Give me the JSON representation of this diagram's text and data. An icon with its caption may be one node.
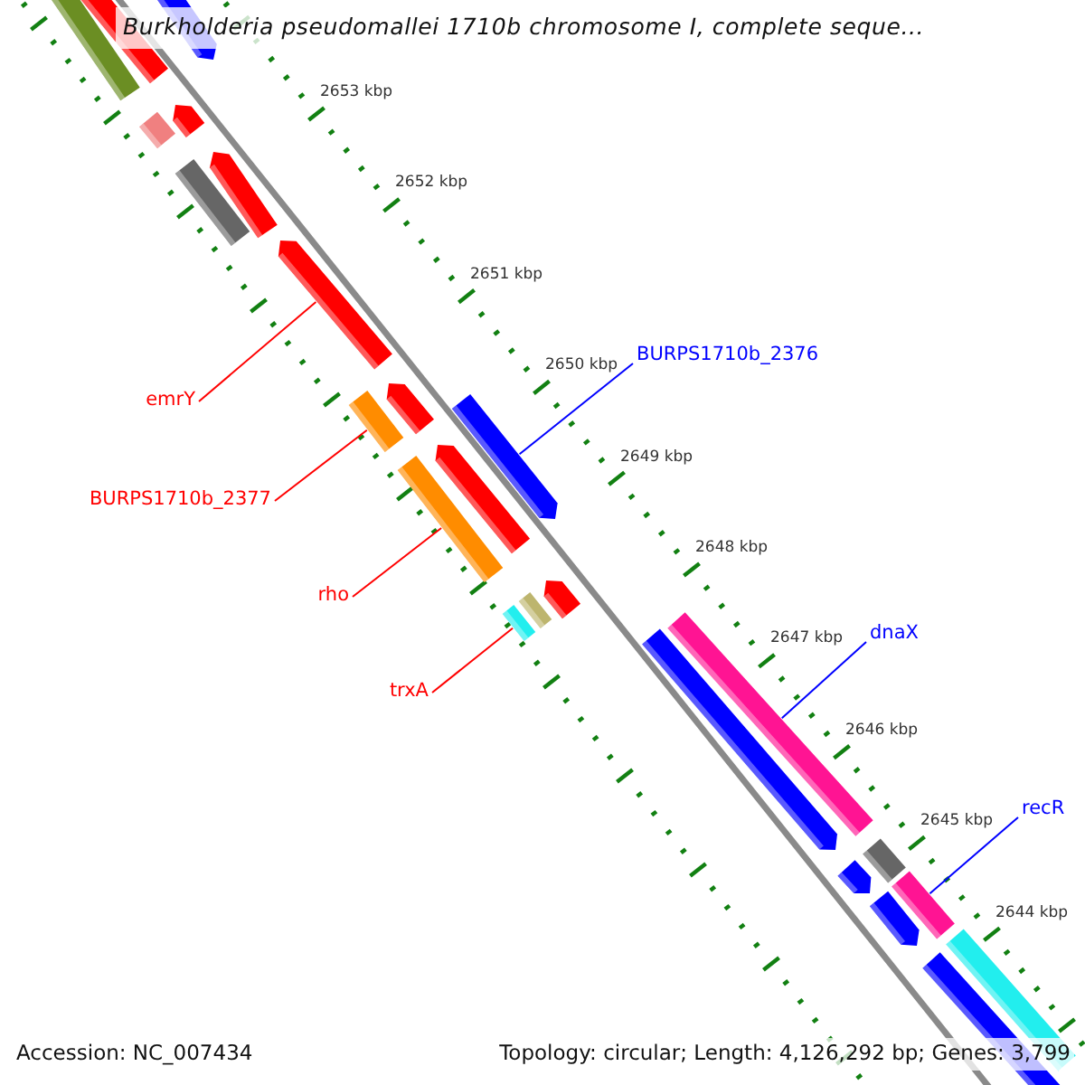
{
  "diagram": {
    "title": "Burkholderia pseudomallei 1710b chromosome I, complete seque...",
    "nodes": [
      {
        "text": [
          "emrY"
        ]
      },
      {
        "text": [],
        "shape": "bar"
      },
      {
        "text": [
          "BURPS1710b_2377"
        ]
      },
      {
        "text": [],
        "shape": "bar"
      },
      {
        "text": [
          "rho"
        ]
      },
      {
        "text": [],
        "shape": "bar"
      },
      {
        "text": [
          "trxA"
        ]
      },
      {
        "text": [],
        "shape": "bar"
      },
      {
        "text": [
          "BURPS1710b_2376"
        ]
      },
      {
        "text": [],
        "shape": "bar"
      },
      {
        "text": [
          "dnaX"
        ]
      },
      {
        "text": [],
        "shape": "bar"
      },
      {
        "text": [
          "recR"
        ]
      },
      {
        "text": [],
        "shape": "bar"
      }
    ],
    "edges": [
      {
        "from": 0,
        "to": 1,
        "arrow": "none"
      },
      {
        "from": 2,
        "to": 3,
        "arrow": "none"
      },
      {
        "from": 4,
        "to": 5,
        "arrow": "none"
      },
      {
        "from": 6,
        "to": 7,
        "arrow": "none"
      },
      {
        "from": 8,
        "to": 9,
        "arrow": "none",
        "color": "#0000ff"
      },
      {
        "from": 10,
        "to": 11,
        "arrow": "none",
        "color": "#0000ff"
      },
      {
        "from": 12,
        "to": 13,
        "arrow": "none",
        "color": "#0000ff"
      }
    ],
    "labels": [
      "2653 kbp",
      "2652 kbp",
      "2651 kbp",
      "2650 kbp",
      "2649 kbp",
      "2648 kbp",
      "2647 kbp",
      "2646 kbp",
      "2645 kbp",
      "2644 kbp",
      "Accession: NC_007434",
      "Topology: circular; Length: 4,126,292 bp; Genes: 3,799"
    ]
  }
}
